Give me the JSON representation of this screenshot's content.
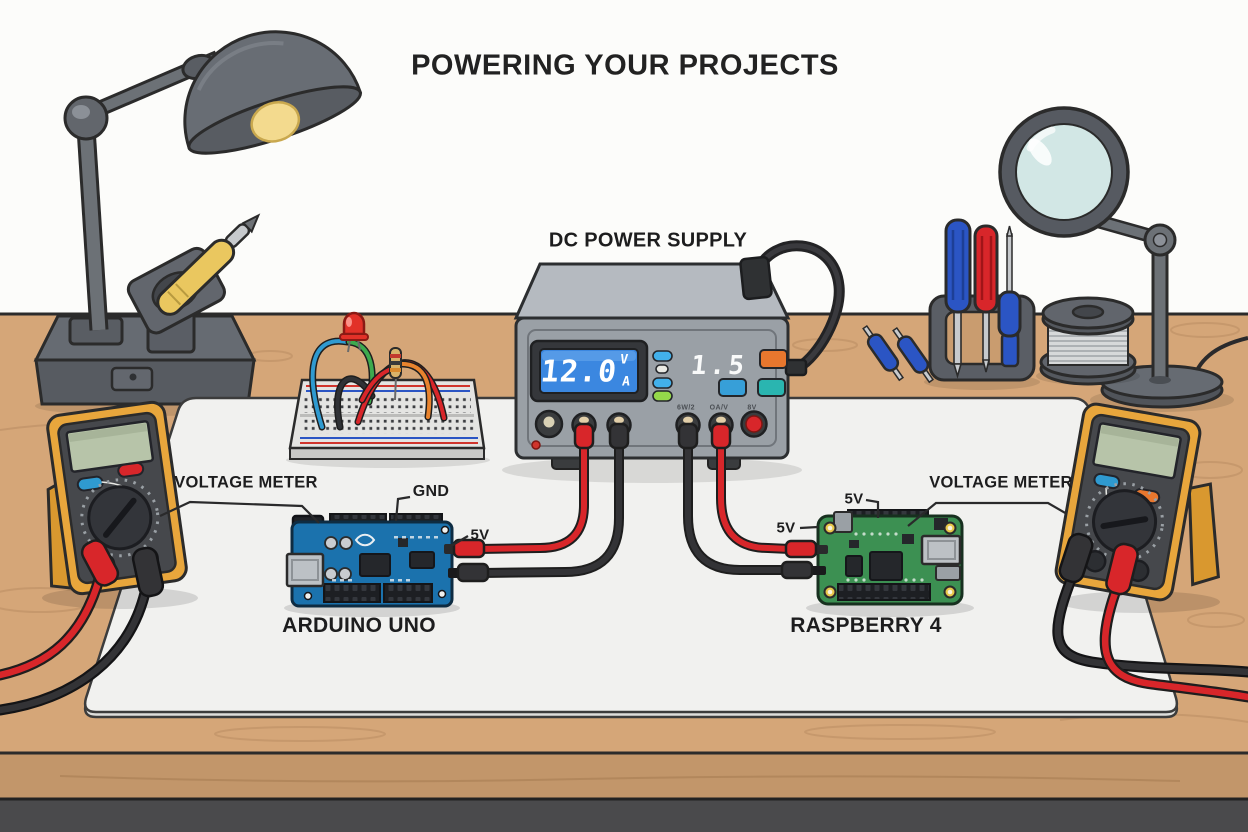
{
  "title": "POWERING YOUR PROJECTS",
  "power_supply": {
    "label": "DC POWER SUPPLY",
    "display": {
      "voltage": "12.0",
      "voltage_unit": "V",
      "current_unit": "A",
      "current": "1.5"
    },
    "jack_labels": [
      "6W/2",
      "OA/V",
      "8V"
    ]
  },
  "arduino": {
    "caption": "ARDUINO UNO",
    "voltage_meter_label": "VOLTAGE METER",
    "gnd_label": "GND",
    "five_v_label": "5V"
  },
  "raspberry_pi": {
    "caption": "RASPBERRY 4",
    "voltage_meter_label": "VOLTAGE METER",
    "five_v_top_label": "5V",
    "five_v_left_label": "5V"
  },
  "scene_items": [
    "desk-lamp",
    "soldering-iron-on-stand",
    "breadboard-with-led-circuit",
    "dc-power-supply",
    "left-multimeter",
    "right-multimeter",
    "arduino-uno-board",
    "raspberry-pi-board",
    "magnifier-lamp",
    "screwdriver-holder",
    "precision-screwdrivers",
    "solder-spool",
    "white-work-mat",
    "wooden-workbench"
  ],
  "colors": {
    "cable_red": "#d8262a",
    "cable_black": "#2e2e30",
    "meter_yellow": "#e8a63c",
    "arduino_blue": "#1b72ad",
    "rpi_green": "#3c9052",
    "lcd_blue": "#3b87e0",
    "lcd_digits": "#ffffff",
    "supply_gray": "#9aa0a6",
    "mat_white": "#f1f1ef",
    "desk_wood": "#d5a678",
    "indicator_blue": "#42b0ea",
    "indicator_green": "#95d84a",
    "button_orange": "#e8772e",
    "button_teal": "#2ab5b0"
  }
}
